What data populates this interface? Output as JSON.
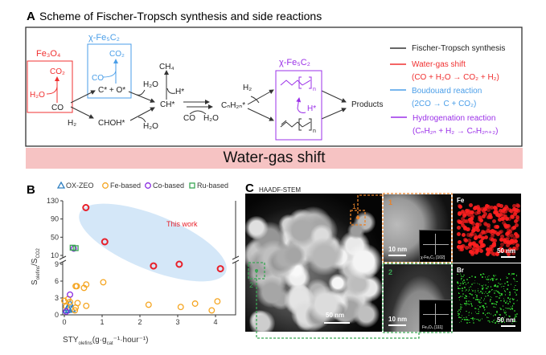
{
  "panel_a": {
    "letter": "A",
    "title": "Scheme of Fischer-Tropsch synthesis and side reactions",
    "fe3o4_label": "Fe₃O₄",
    "fe5c2_label": "χ-Fe₅C₂",
    "fe5c2_label_2": "χ-Fe₅C₂",
    "species": {
      "co2_red": "CO₂",
      "h2o_red": "H₂O",
      "co_main": "CO",
      "co2_blue": "CO₂",
      "co_blue": "CO",
      "c_o": "C* + O*",
      "h2_1": "H₂",
      "chohstar": "CHOH*",
      "h2o_1": "H₂O",
      "h2o_2": "H₂O",
      "ch4": "CH₄",
      "hstar_1": "H*",
      "chstar": "CH*",
      "co_2": "CO",
      "h2o_3": "H₂O",
      "cnh2n": "CₙH₂ₙ*",
      "h2_2": "H₂",
      "n_1": "n",
      "n_2": "n",
      "hstar_2": "H*",
      "products": "Products"
    },
    "legend": [
      {
        "label": "Fischer-Tropsch synthesis",
        "color": "#333333"
      },
      {
        "label": "Water-gas shift",
        "eq": "(CO + H₂O → CO₂ + H₂)",
        "color": "#f03030"
      },
      {
        "label": "Boudouard reaction",
        "eq": "(2CO → C + CO₂)",
        "color": "#4a9ee8"
      },
      {
        "label": "Hydrogenation reaction",
        "eq": "(CₙH₂ₙ + H₂ → CₙH₂ₙ₊₂)",
        "color": "#9b30e8"
      }
    ]
  },
  "banner": "Water-gas shift",
  "chart_data": {
    "type": "scatter",
    "panel_letter": "B",
    "xlabel": "STYolefins(g·gcat⁻¹·hour⁻¹)",
    "xlabel_main": "STY",
    "xlabel_sub": "olefins",
    "xlabel_rest": "(g·g",
    "xlabel_sub2": "cat",
    "xlabel_end": "⁻¹·hour⁻¹)",
    "ylabel_main": "S",
    "ylabel_sub1": "olefins",
    "ylabel_sep": "/S",
    "ylabel_sub2": "CO2",
    "xlim": [
      0,
      4.3
    ],
    "x_ticks": [
      "0",
      "1",
      "2",
      "3",
      "4"
    ],
    "y_break": {
      "lower": [
        0,
        9
      ],
      "upper": [
        10,
        130
      ]
    },
    "y_ticks_lower": [
      "0",
      "3",
      "6",
      "9"
    ],
    "y_ticks_upper": [
      "10",
      "50",
      "90",
      "130"
    ],
    "annotation": "This work",
    "legend_position": "top",
    "series": [
      {
        "name": "OX-ZEO",
        "marker": "triangle",
        "color": "#2f7fc1",
        "points": [
          [
            0.15,
            2.0
          ],
          [
            0.1,
            1.2
          ],
          [
            0.2,
            1.0
          ],
          [
            0.05,
            0.8
          ],
          [
            0.12,
            0.9
          ]
        ]
      },
      {
        "name": "Fe-based",
        "marker": "circle",
        "color": "#f5a623",
        "points": [
          [
            0.0,
            2.5
          ],
          [
            0.1,
            2.8
          ],
          [
            0.15,
            2.3
          ],
          [
            0.3,
            5.1
          ],
          [
            0.33,
            5.1
          ],
          [
            0.52,
            4.8
          ],
          [
            0.58,
            5.4
          ],
          [
            0.35,
            2.1
          ],
          [
            0.58,
            1.6
          ],
          [
            1.03,
            5.8
          ],
          [
            2.23,
            1.8
          ],
          [
            3.08,
            1.4
          ],
          [
            3.46,
            2.0
          ],
          [
            3.9,
            0.8
          ],
          [
            4.05,
            2.4
          ],
          [
            0.28,
            0.8
          ],
          [
            0.3,
            1.3
          ],
          [
            0.05,
            1.5
          ]
        ]
      },
      {
        "name": "Co-based",
        "marker": "circle",
        "color": "#8a2be2",
        "points": [
          [
            0.15,
            3.6
          ],
          [
            0.05,
            0.6
          ],
          [
            0.25,
            25
          ]
        ]
      },
      {
        "name": "Ru-based",
        "marker": "square",
        "color": "#3aa655",
        "points": [
          [
            0.22,
            27
          ],
          [
            0.3,
            26
          ]
        ]
      },
      {
        "name": "This work",
        "marker": "circle",
        "color": "#e8202a",
        "points": [
          [
            0.57,
            115
          ],
          [
            1.07,
            40
          ],
          [
            2.36,
            8.7
          ],
          [
            3.04,
            9.0
          ],
          [
            4.13,
            8.2
          ]
        ]
      }
    ]
  },
  "panel_c": {
    "letter": "C",
    "title": "HAADF-STEM",
    "region_1": "1",
    "region_2": "2",
    "inset_1_label": "1",
    "inset_2_label": "2",
    "scale_main": "50 nm",
    "scale_1": "10 nm",
    "scale_2": "10 nm",
    "fft_1": "χ-Fe₅C₂ [102]",
    "fft_2": "Fe₃O₄ [111]",
    "map_fe": "Fe",
    "map_br": "Br",
    "scale_fe": "50 nm",
    "scale_br": "50 nm",
    "colors": {
      "region_1": "#e8822a",
      "region_2": "#3aa655",
      "fe_map": "#ff2020",
      "br_map": "#30d030"
    }
  }
}
